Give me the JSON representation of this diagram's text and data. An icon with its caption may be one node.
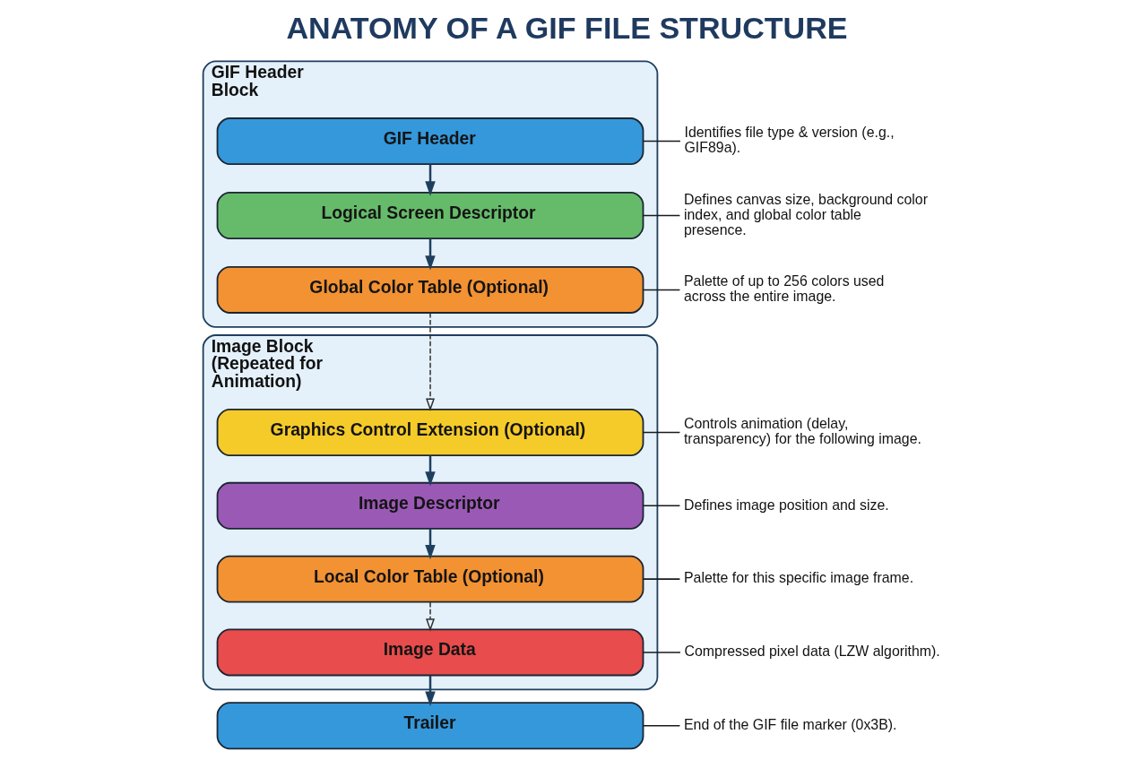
{
  "diagram": {
    "title": "ANATOMY OF A GIF FILE STRUCTURE",
    "nodes": [
      {
        "text": [
          "GIF Header Block"
        ]
      },
      {
        "text": [
          "GIF Header"
        ],
        "in": 0
      },
      {
        "text": [
          "Identifies file type & version (e.g., GIF89a)."
        ]
      },
      {
        "text": [
          "Logical Screen Descriptor"
        ],
        "in": 0
      },
      {
        "text": [
          "Defines canvas size, background color index, and global color table presence."
        ]
      },
      {
        "text": [
          "Global Color Table (Optional)"
        ],
        "in": 0
      },
      {
        "text": [
          "Palette of up to 256 colors used across the entire image."
        ]
      },
      {
        "text": [
          "Image Block (Repeated for Animation)"
        ]
      },
      {
        "text": [
          "Graphics Control Extension (Optional)"
        ],
        "in": 7
      },
      {
        "text": [
          "Controls animation (delay, transparency) for the following image."
        ]
      },
      {
        "text": [
          "Image Descriptor"
        ],
        "in": 7
      },
      {
        "text": [
          "Defines image position and size."
        ]
      },
      {
        "text": [
          "Local Color Table (Optional)"
        ],
        "in": 7
      },
      {
        "text": [
          "Palette for this specific image frame."
        ]
      },
      {
        "text": [
          "Image Data"
        ],
        "in": 7
      },
      {
        "text": [
          "Compressed pixel data (LZW algorithm)."
        ]
      },
      {
        "text": [
          "Trailer"
        ]
      },
      {
        "text": [
          "End of the GIF file marker (0x3B)."
        ]
      }
    ],
    "edges": [
      {
        "from": 1,
        "to": 2,
        "arrow": "none"
      },
      {
        "from": 1,
        "to": 3,
        "arrow": "to"
      },
      {
        "from": 3,
        "to": 4,
        "arrow": "none"
      },
      {
        "from": 3,
        "to": 5,
        "arrow": "to"
      },
      {
        "from": 5,
        "to": 6,
        "arrow": "none"
      },
      {
        "from": 5,
        "to": 8,
        "arrow": "to",
        "style": "dashed",
        "color": "#2d2d2d"
      },
      {
        "from": 8,
        "to": 9,
        "arrow": "none"
      },
      {
        "from": 8,
        "to": 10,
        "arrow": "to"
      },
      {
        "from": 10,
        "to": 11,
        "arrow": "none"
      },
      {
        "from": 10,
        "to": 12,
        "arrow": "to"
      },
      {
        "from": 12,
        "to": 13,
        "arrow": "none"
      },
      {
        "from": 12,
        "to": 14,
        "arrow": "to",
        "style": "dashed",
        "color": "#2d2d2d"
      },
      {
        "from": 14,
        "to": 15,
        "arrow": "none"
      },
      {
        "from": 14,
        "to": 16,
        "arrow": "to"
      },
      {
        "from": 16,
        "to": 17,
        "arrow": "none"
      }
    ]
  }
}
